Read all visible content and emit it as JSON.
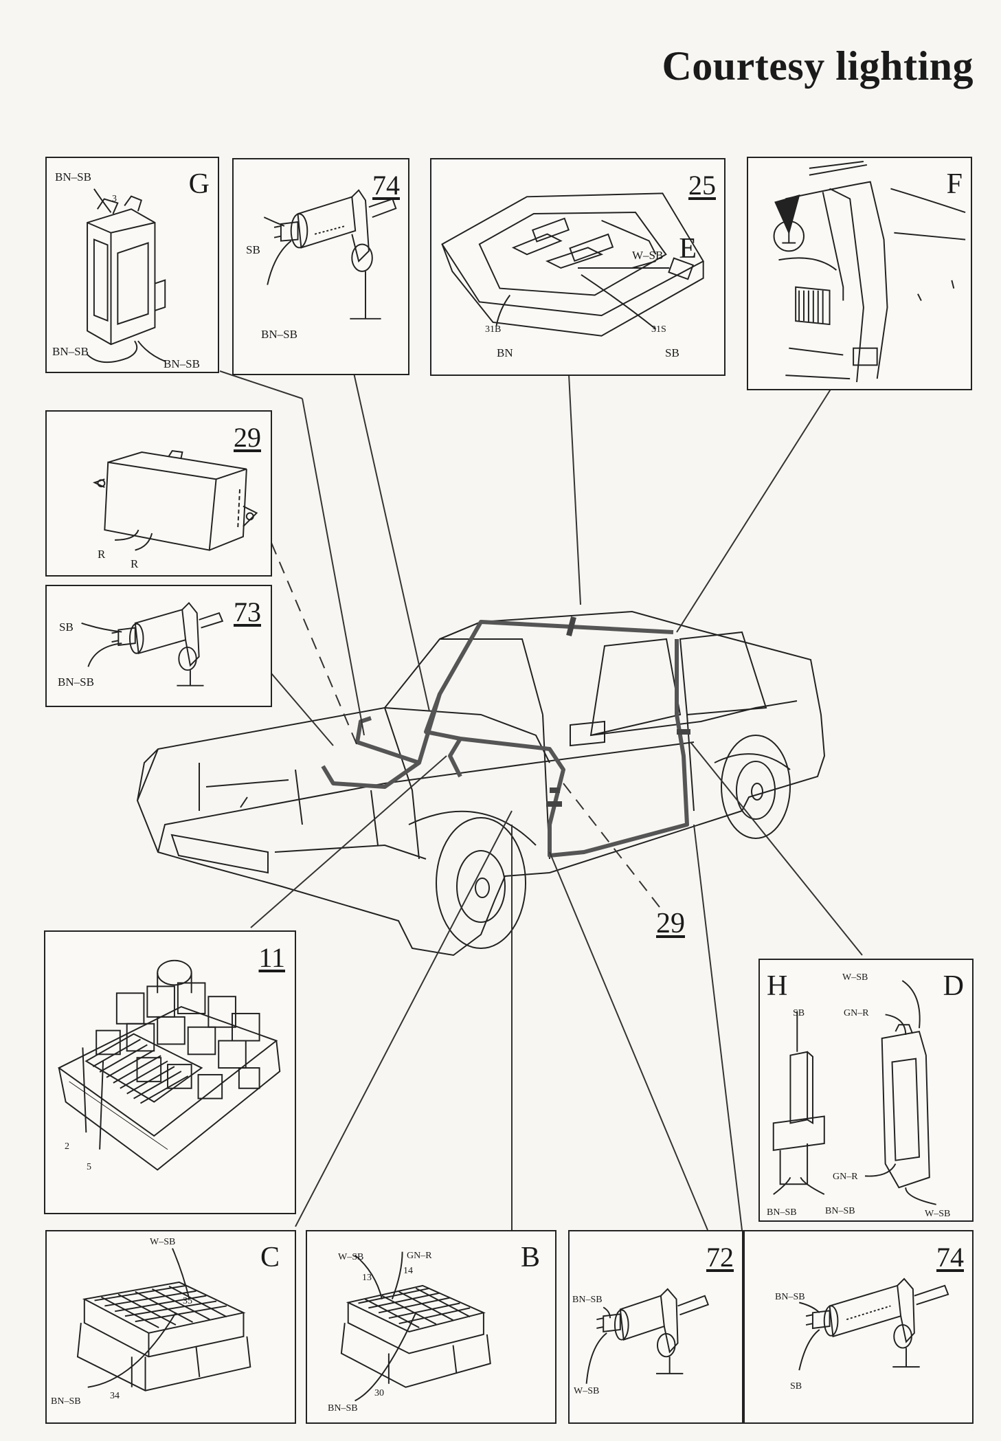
{
  "page": {
    "title": "Courtesy lighting"
  },
  "panels": {
    "G": {
      "letter": "G",
      "top_wire": "BN–SB",
      "pin": "3",
      "bottom_left_wire": "BN–SB",
      "bottom_right_wire": "BN–SB"
    },
    "p74a": {
      "number": "74",
      "wire_top": "SB",
      "wire_bottom": "BN–SB"
    },
    "p25": {
      "number": "25",
      "letter": "E",
      "wire_connector": "W–SB",
      "pin_left": "31B",
      "wire_left": "BN",
      "pin_right": "31S",
      "wire_right": "SB"
    },
    "F": {
      "letter": "F"
    },
    "p29": {
      "number": "29",
      "wire_1": "R",
      "wire_2": "R"
    },
    "p73": {
      "number": "73",
      "wire_top": "SB",
      "wire_bottom": "BN–SB"
    },
    "p11": {
      "number": "11",
      "pin_a": "2",
      "pin_b": "5"
    },
    "HD": {
      "letter_h": "H",
      "letter_d": "D",
      "h_top": "SB",
      "h_bottom_left": "BN–SB",
      "h_bottom_right": "BN–SB",
      "d_top": "W–SB",
      "d_mid": "GN–R",
      "d_lower": "GN–R",
      "d_bottom": "W–SB"
    },
    "C": {
      "letter": "C",
      "wire_top": "W–SB",
      "pin_top": "35",
      "pin_bottom": "34",
      "wire_bottom": "BN–SB"
    },
    "B": {
      "letter": "B",
      "wire_1": "W–SB",
      "wire_2": "GN–R",
      "pin_1": "13",
      "pin_2": "14",
      "pin_3": "30",
      "wire_3": "BN–SB"
    },
    "p72": {
      "number": "72",
      "wire_top": "BN–SB",
      "wire_bottom": "W–SB"
    },
    "p74b": {
      "number": "74",
      "wire_top": "BN–SB",
      "wire_bottom": "SB"
    }
  },
  "car": {
    "floating_label": "29"
  },
  "colors": {
    "line": "#222222",
    "harness": "#555555",
    "paper": "#f7f6f2"
  }
}
